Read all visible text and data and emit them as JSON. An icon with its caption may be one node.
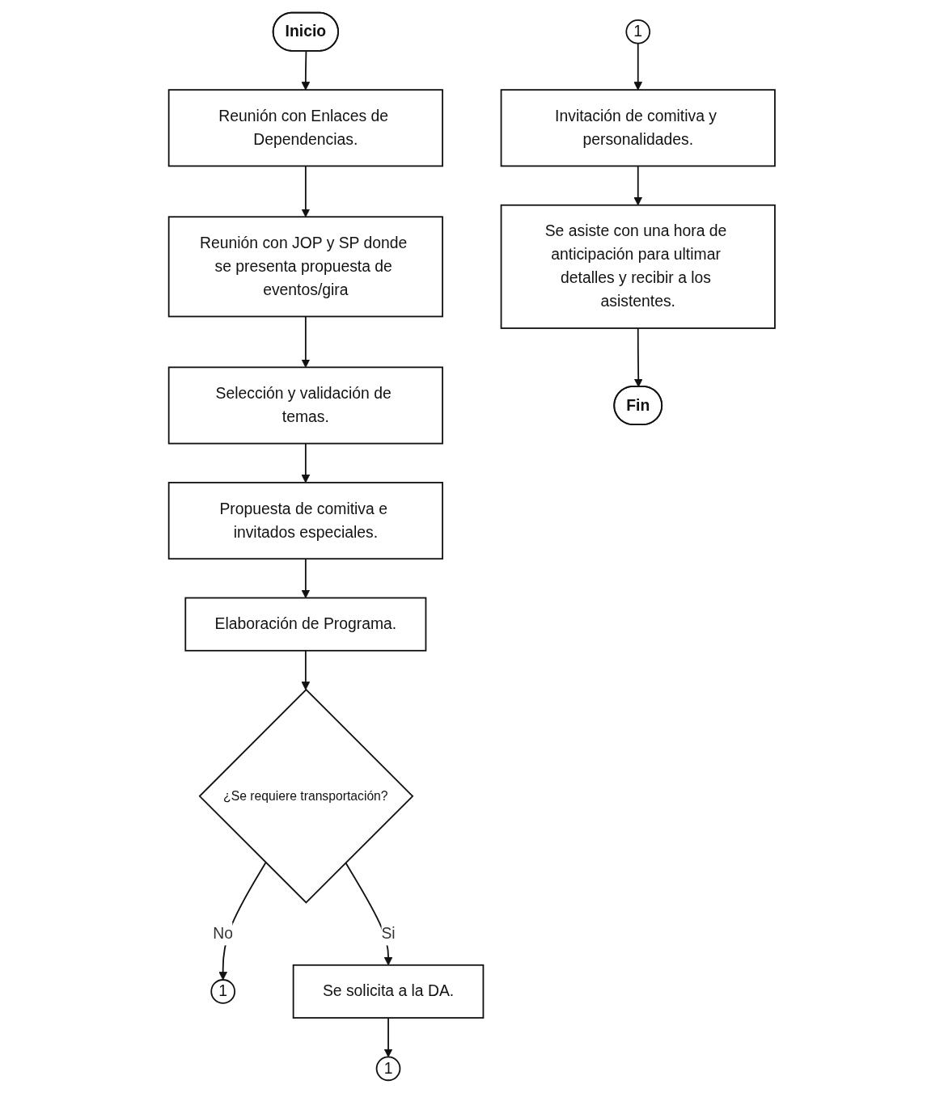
{
  "diagram": {
    "nodes": [
      {
        "text": [
          "Inicio"
        ]
      },
      {
        "text": [
          "Reunión con Enlaces de Dependencias."
        ]
      },
      {
        "text": [
          "Reunión con JOP y SP donde se presenta propuesta de eventos/gira"
        ]
      },
      {
        "text": [
          "Selección y validación de temas."
        ]
      },
      {
        "text": [
          "Propuesta de comitiva e invitados especiales."
        ]
      },
      {
        "text": [
          "Elaboración de Programa."
        ]
      },
      {
        "text": [
          "¿Se requiere transportación?"
        ]
      },
      {
        "text": [
          "1"
        ]
      },
      {
        "text": [
          "Se solicita a la DA."
        ]
      },
      {
        "text": [
          "1"
        ]
      },
      {
        "text": [
          "1"
        ]
      },
      {
        "text": [
          "Invitación de comitiva y personalidades."
        ]
      },
      {
        "text": [
          "Se asiste con una hora de anticipación para ultimar detalles y recibir a los asistentes."
        ]
      },
      {
        "text": [
          "Fin"
        ]
      }
    ],
    "edges": [
      {
        "from": 0,
        "to": 1,
        "arrow": "to"
      },
      {
        "from": 1,
        "to": 2,
        "arrow": "to"
      },
      {
        "from": 2,
        "to": 3,
        "arrow": "to"
      },
      {
        "from": 3,
        "to": 4,
        "arrow": "to"
      },
      {
        "from": 4,
        "to": 5,
        "arrow": "to"
      },
      {
        "from": 5,
        "to": 6,
        "arrow": "to"
      },
      {
        "from": 6,
        "to": 7,
        "arrow": "to",
        "label": "No"
      },
      {
        "from": 6,
        "to": 8,
        "arrow": "to",
        "label": "Si"
      },
      {
        "from": 8,
        "to": 9,
        "arrow": "to"
      },
      {
        "from": 10,
        "to": 11,
        "arrow": "to"
      },
      {
        "from": 11,
        "to": 12,
        "arrow": "to"
      },
      {
        "from": 12,
        "to": 13,
        "arrow": "to"
      }
    ]
  }
}
